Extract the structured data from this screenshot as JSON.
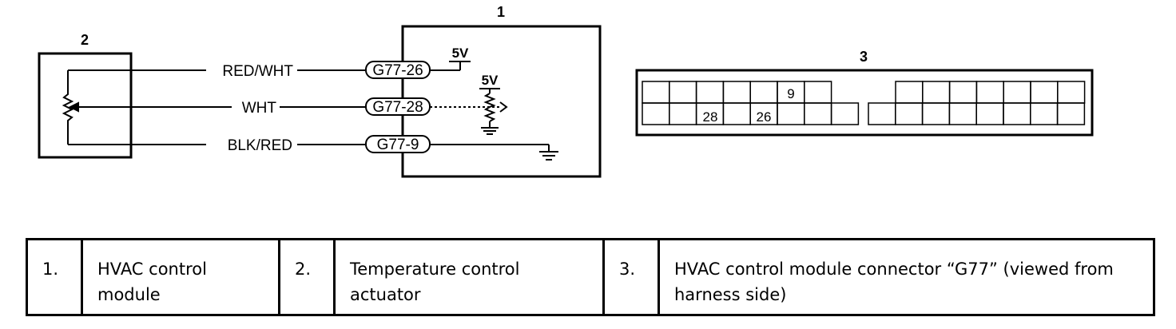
{
  "components": {
    "module_id": "1",
    "actuator_id": "2",
    "connector_id": "3"
  },
  "wires": [
    {
      "color": "RED/WHT",
      "terminal": "G77-26"
    },
    {
      "color": "WHT",
      "terminal": "G77-28"
    },
    {
      "color": "BLK/RED",
      "terminal": "G77-9"
    }
  ],
  "voltages": {
    "v1": "5V",
    "v2": "5V"
  },
  "connector": {
    "pin_labels": [
      "9",
      "28",
      "26"
    ]
  },
  "legend": [
    {
      "num": "1.",
      "desc": "HVAC control module"
    },
    {
      "num": "2.",
      "desc": "Temperature control actuator"
    },
    {
      "num": "3.",
      "desc": "HVAC control module connector “G77” (viewed from harness side)"
    }
  ]
}
